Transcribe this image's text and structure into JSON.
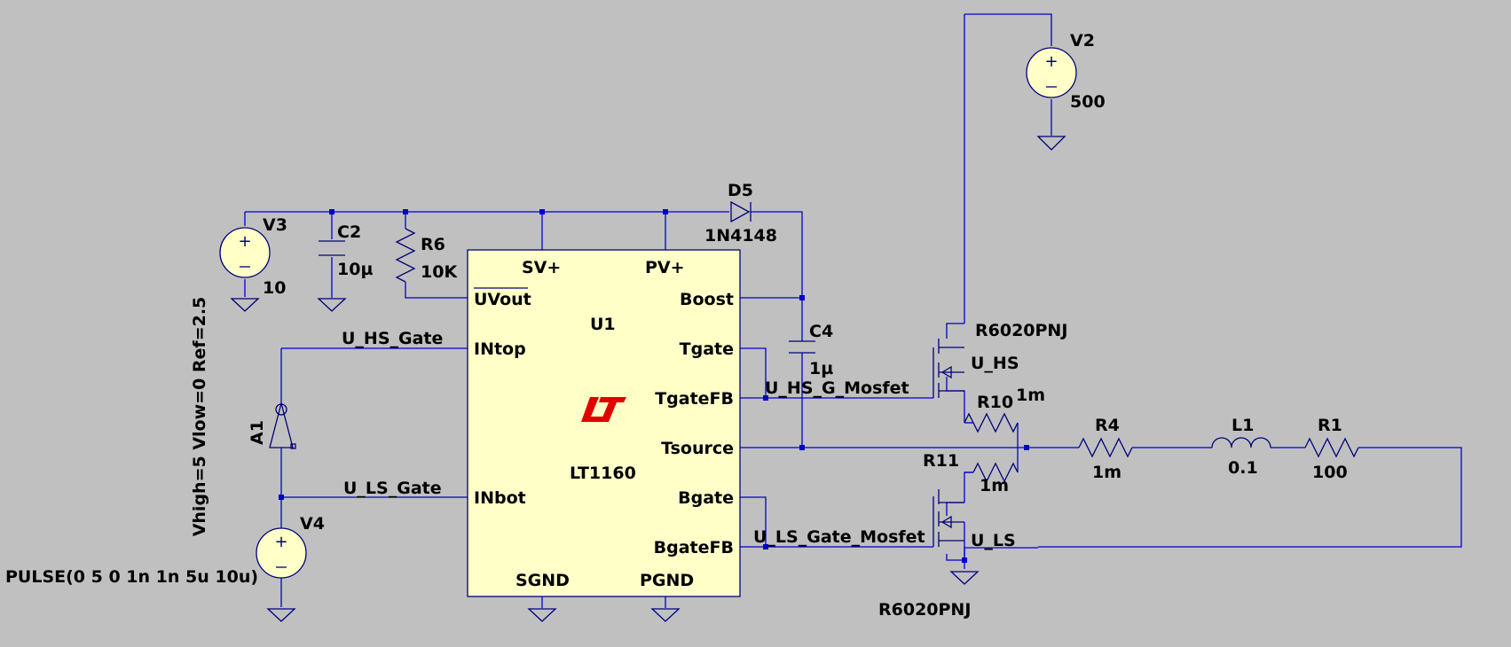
{
  "ic": {
    "ref": "U1",
    "part": "LT1160",
    "logo": "LT",
    "pins": {
      "sv": "SV+",
      "pv": "PV+",
      "uvout": "UVout",
      "intop": "INtop",
      "inbot": "INbot",
      "boost": "Boost",
      "tgate": "Tgate",
      "tgatefb": "TgateFB",
      "tsource": "Tsource",
      "bgate": "Bgate",
      "bgatefb": "BgateFB",
      "sgnd": "SGND",
      "pgnd": "PGND"
    }
  },
  "components": {
    "v2": {
      "ref": "V2",
      "value": "500"
    },
    "v3": {
      "ref": "V3",
      "value": "10"
    },
    "v4": {
      "ref": "V4",
      "value": "PULSE(0 5 0 1n 1n 5u 10u)"
    },
    "c2": {
      "ref": "C2",
      "value": "10µ"
    },
    "r6": {
      "ref": "R6",
      "value": "10K"
    },
    "d5": {
      "ref": "D5",
      "value": "1N4148"
    },
    "c4": {
      "ref": "C4",
      "value": "1µ"
    },
    "a1": {
      "ref": "A1",
      "value": "Vhigh=5 Vlow=0 Ref=2.5"
    },
    "mhs": {
      "ref": "U_HS",
      "value": "R6020PNJ"
    },
    "mls": {
      "ref": "U_LS",
      "value": "R6020PNJ"
    },
    "r10": {
      "ref": "R10",
      "value": "1m"
    },
    "r11": {
      "ref": "R11",
      "value": "1m"
    },
    "r4": {
      "ref": "R4",
      "value": "1m"
    },
    "l1": {
      "ref": "L1",
      "value": "0.1"
    },
    "r1": {
      "ref": "R1",
      "value": "100"
    }
  },
  "nets": {
    "hs_gate": "U_HS_Gate",
    "ls_gate": "U_LS_Gate",
    "hs_g_mosfet": "U_HS_G_Mosfet",
    "ls_gate_mosfet": "U_LS_Gate_Mosfet"
  },
  "colors": {
    "wire": "#0000cc",
    "symbol": "#00007a",
    "ic_fill": "#ffffc8",
    "background": "#c0c0c0",
    "logo": "#e00000"
  }
}
